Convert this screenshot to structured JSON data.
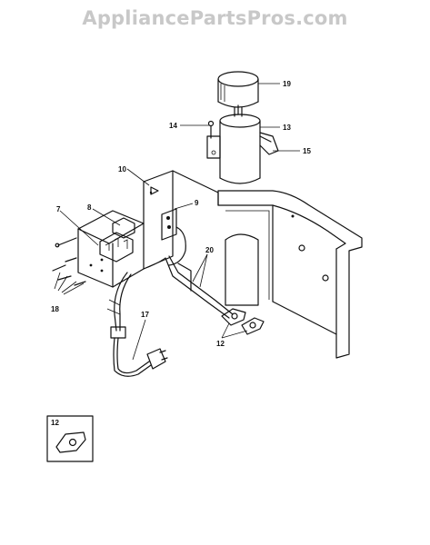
{
  "watermark": "AppliancePartsPros.com",
  "callouts": {
    "c19": "19",
    "c14": "14",
    "c13": "13",
    "c15": "15",
    "c10": "10",
    "c7": "7",
    "c8": "8",
    "c9": "9",
    "c20": "20",
    "c18": "18",
    "c17": "17",
    "c12": "12",
    "inset": "12"
  }
}
